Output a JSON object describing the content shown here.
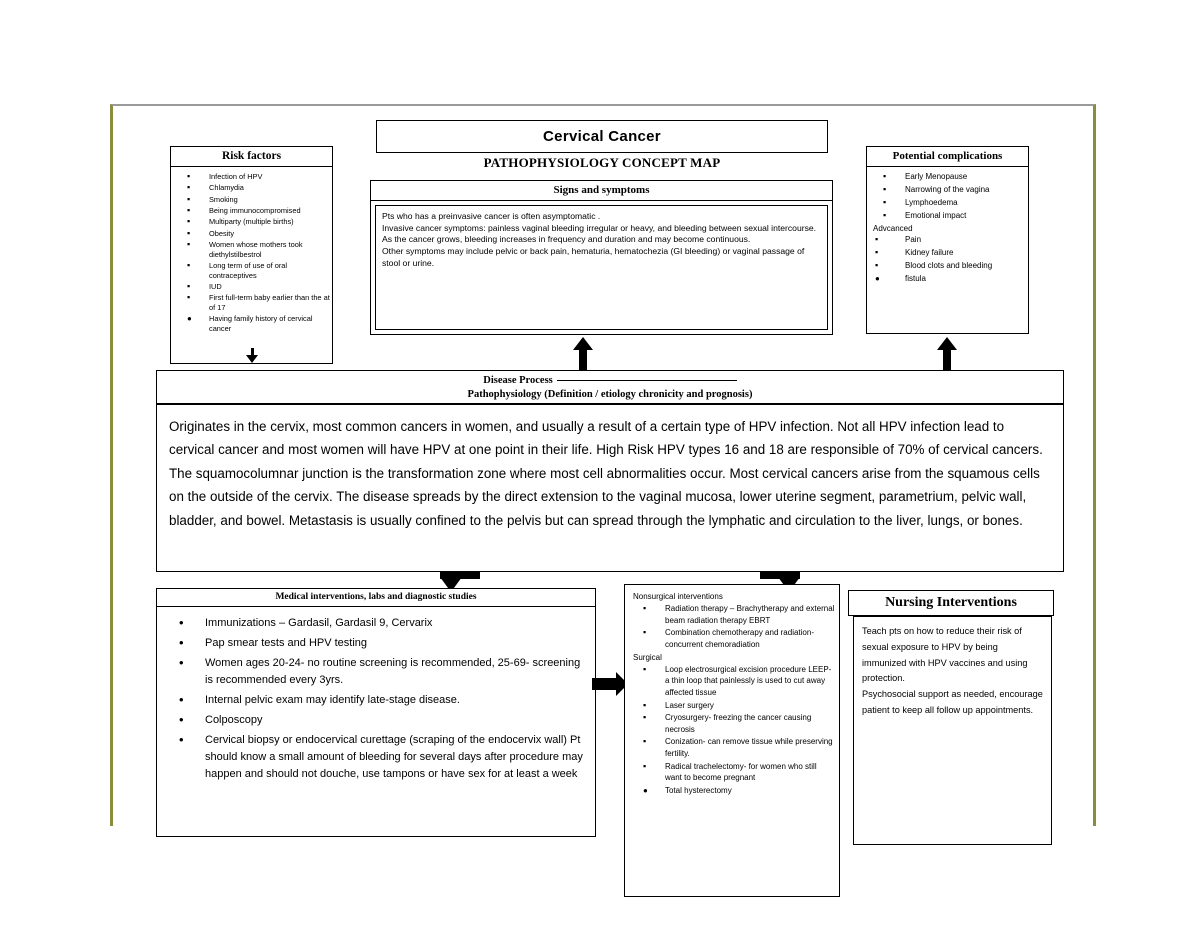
{
  "document": {
    "title": "Cervical Cancer",
    "subtitle": "PATHOPHYSIOLOGY CONCEPT MAP"
  },
  "risk_factors": {
    "header": "Risk factors",
    "items": [
      "Infection of HPV",
      "Chlamydia",
      "Smoking",
      "Being immunocompromised",
      "Multiparty (multiple births)",
      "Obesity",
      "Women whose mothers took diethylstilbestrol",
      "Long term of use of oral contraceptives",
      "IUD",
      "First full-term baby earlier than the at of 17",
      "Having family history of cervical cancer"
    ]
  },
  "signs_symptoms": {
    "header": "Signs and symptoms",
    "lines": [
      "Pts who has a preinvasive cancer is often asymptomatic .",
      "Invasive cancer symptoms: painless vaginal bleeding irregular or heavy, and bleeding between sexual intercourse.",
      "As the cancer grows, bleeding increases in frequency and duration and may become continuous.",
      "Other symptoms may include pelvic or back pain, hematuria, hematochezia (GI bleeding) or vaginal passage of stool or urine."
    ]
  },
  "potential_complications": {
    "header": "Potential complications",
    "items": [
      "Early Menopause",
      "Narrowing of the vagina",
      "Lymphoedema",
      "Emotional impact"
    ],
    "subheader": "Advcanced",
    "advanced_items": [
      "Pain",
      "Kidney failure",
      "Blood clots and bleeding",
      "fistula"
    ]
  },
  "disease_process": {
    "header_line1": "Disease Process",
    "header_line2": "Pathophysiology (Definition / etiology chronicity and prognosis)",
    "body": "Originates in the cervix, most common cancers in women, and usually a result of a certain type of HPV infection. Not all HPV infection lead to cervical cancer and most women will have HPV at one point in their life. High Risk HPV types 16 and 18 are responsible of 70% of cervical cancers. The squamocolumnar junction is the transformation zone where most cell abnormalities occur. Most cervical cancers arise from the squamous cells on the outside of the cervix. The disease spreads by the direct extension to the vaginal mucosa, lower uterine segment, parametrium, pelvic wall, bladder, and bowel. Metastasis is usually confined to the pelvis but can spread through the lymphatic and circulation to the liver, lungs, or bones."
  },
  "medical_interventions": {
    "header": "Medical interventions, labs and diagnostic studies",
    "items": [
      "Immunizations – Gardasil, Gardasil 9, Cervarix",
      "Pap smear tests and HPV testing",
      "Women ages 20-24- no routine screening is recommended, 25-69- screening is recommended every 3yrs.",
      "Internal pelvic exam may identify late-stage disease.",
      "Colposcopy",
      "Cervical biopsy or endocervical curettage (scraping of the endocervix wall) Pt should know a small amount of bleeding for several days after procedure may happen and should not douche, use tampons or have sex for at least a week"
    ]
  },
  "nonsurgical_interventions": {
    "header": "Nonsurgical interventions",
    "items": [
      "Radiation therapy – Brachytherapy and external beam radiation therapy EBRT",
      "Combination chemotherapy and radiation- concurrent chemoradiation"
    ],
    "surgical_header": "Surgical",
    "surgical_items": [
      "Loop electrosurgical excision procedure LEEP- a thin loop that painlessly is used to cut away affected tissue",
      "Laser surgery",
      "Cryosurgery- freezing the cancer causing necrosis",
      "Conization- can remove tissue while preserving fertility.",
      "Radical trachelectomy- for women who still want to become pregnant",
      "Total hysterectomy"
    ]
  },
  "nursing_interventions": {
    "header": "Nursing Interventions",
    "paragraphs": [
      "Teach pts on how to reduce their risk of sexual exposure to HPV by being immunized with HPV vaccines and using protection.",
      "Psychosocial support as needed, encourage patient to keep all follow up appointments."
    ]
  },
  "colors": {
    "frame_side": "#8a8c3f",
    "frame_top": "#9a9a9a",
    "box_border": "#000000",
    "background": "#ffffff"
  }
}
